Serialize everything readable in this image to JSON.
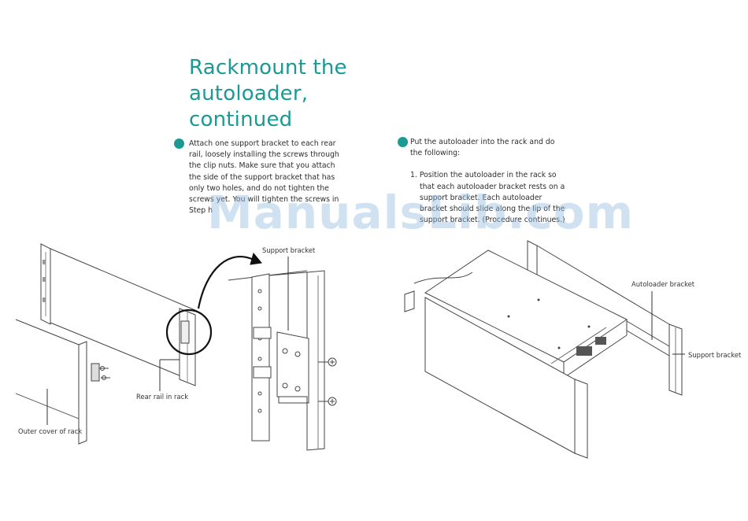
{
  "title": {
    "line1": "Rackmount the",
    "line2": "autoloader,",
    "line3": "continued"
  },
  "step_left": {
    "lines": [
      "Attach one support bracket to each rear",
      "rail, loosely installing the screws through",
      "the clip nuts. Make sure that you attach",
      "the side of the support bracket that has",
      "only two holes, and do not tighten the",
      "screws yet. You will tighten the screws in",
      "Step h"
    ]
  },
  "step_right": {
    "lines": [
      "Put the autoloader into the rack and do",
      "the following:"
    ],
    "substep_lines": [
      "1. Position the autoloader in the rack so",
      "that each autoloader bracket rests on a",
      "support bracket. Each autoloader",
      "bracket should slide along the lip of the",
      "support bracket. (Procedure continues.)"
    ]
  },
  "labels": {
    "support_bracket_top": "Support bracket",
    "rear_rail": "Rear rail in rack",
    "outer_cover": "Outer cover of rack",
    "autoloader_bracket": "Autoloader bracket",
    "support_bracket_right": "Support bracket"
  },
  "watermark": "ManualsLib.com",
  "colors": {
    "accent": "#1a9a93",
    "watermark": "#96bee1"
  }
}
